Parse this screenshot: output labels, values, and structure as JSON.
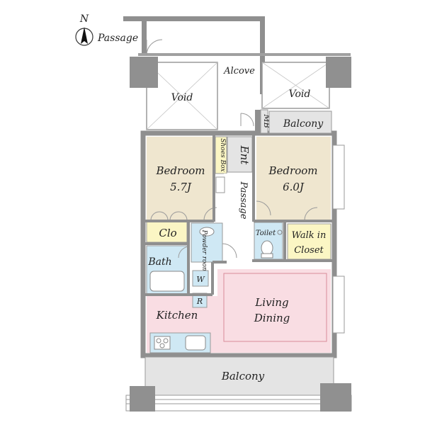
{
  "compass": {
    "letter": "N",
    "label": "Passage"
  },
  "areas": {
    "alcove": "Alcove",
    "void_left": "Void",
    "void_right": "Void",
    "mb": "MB",
    "balcony_top": "Balcony",
    "entrance": "Ent",
    "shoes_box": "Shoes Box",
    "passage": "Passage",
    "bedroom_left": {
      "name": "Bedroom",
      "size": "5.7J"
    },
    "bedroom_right": {
      "name": "Bedroom",
      "size": "6.0J"
    },
    "closet": "Clo",
    "toilet": "Toilet",
    "walk_in_closet": {
      "line1": "Walk in",
      "line2": "Closet"
    },
    "powder_room": "Powder room",
    "bath": "Bath",
    "washer": "W",
    "refrigerator": "R",
    "kitchen": "Kitchen",
    "living_dining": {
      "line1": "Living",
      "line2": "Dining"
    },
    "balcony_bottom": "Balcony"
  },
  "colors": {
    "wall": "#8f8f8f",
    "bedroom": "#efe6cf",
    "closet": "#fbf6c4",
    "wet_area": "#cfe8f4",
    "kitchen_living": "#f9dde3",
    "balcony": "#e4e4e4",
    "pillar": "#909090",
    "living_outline": "#d98a9a"
  }
}
